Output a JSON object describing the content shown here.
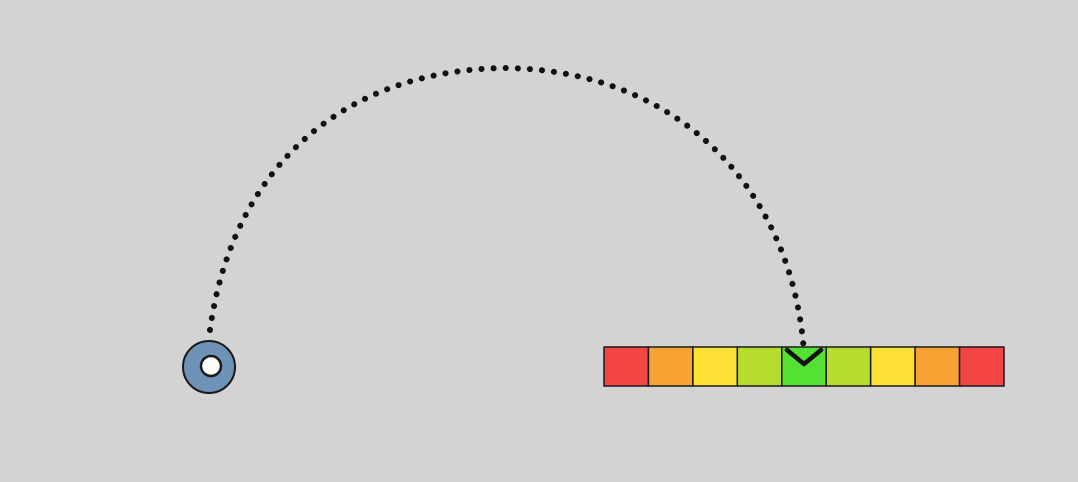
{
  "colors": {
    "background": "#d3d3d3",
    "launcher_fill": "#6f93b8",
    "launcher_hole": "#ffffff",
    "outline": "#1a1a1a",
    "trajectory": "#111111",
    "marker": "#111111"
  },
  "launcher": {
    "icon": "launcher-ring-icon"
  },
  "trajectory": {
    "style": "dotted",
    "icon": "trajectory-arc"
  },
  "target_bar": {
    "segment_colors": [
      "#f44545",
      "#f6a334",
      "#fde034",
      "#b6dc2d",
      "#55e134",
      "#b6dc2d",
      "#fde034",
      "#f6a334",
      "#f44545"
    ],
    "selected_index": 4,
    "marker_icon": "chevron-down-icon"
  }
}
